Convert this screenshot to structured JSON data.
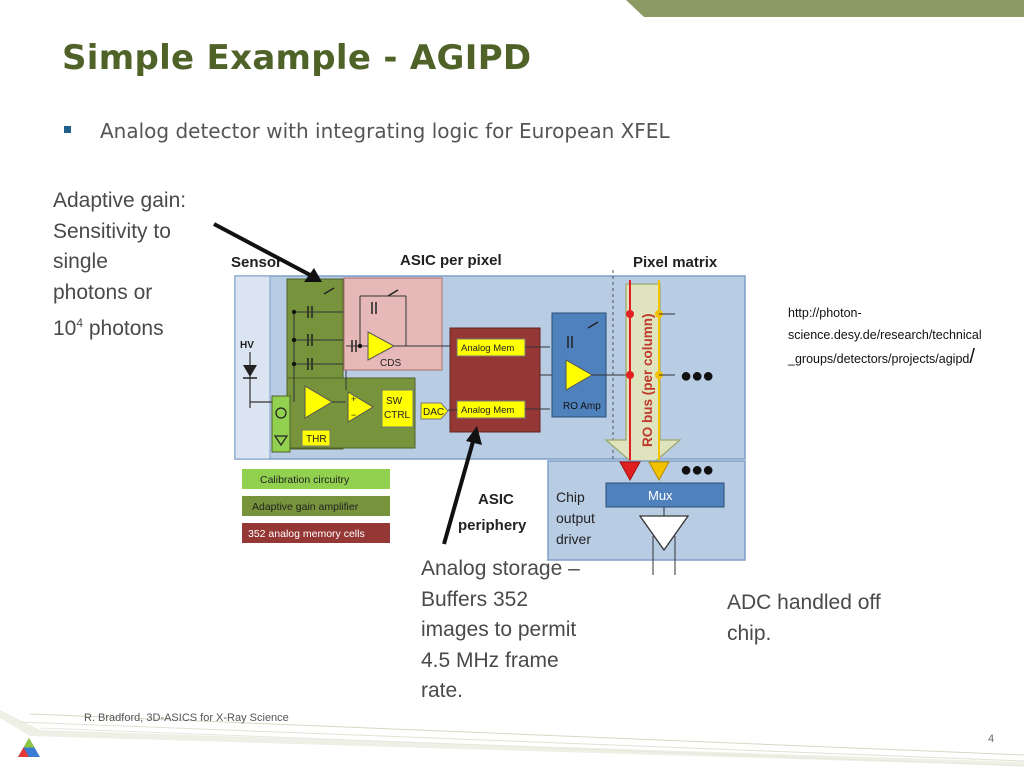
{
  "slide": {
    "title": "Simple Example - AGIPD",
    "bullet": "Analog detector with integrating logic for European XFEL",
    "source_url_line1": "http://photon-",
    "source_url_line2": "science.desy.de/research/technical",
    "source_url_line3": "_groups/detectors/projects/agipd",
    "source_url_slash": "/",
    "footer": "R. Bradford, 3D-ASICS for X-Ray Science",
    "page_number": "4"
  },
  "callouts": {
    "adaptive_gain": [
      "Adaptive gain:",
      "Sensitivity to",
      "single",
      "photons or"
    ],
    "adaptive_gain_base": "10",
    "adaptive_gain_exp": "4",
    "adaptive_gain_tail": " photons",
    "analog_storage": [
      "Analog storage –",
      "Buffers 352",
      "images to permit",
      "4.5 MHz frame",
      "rate."
    ],
    "adc": [
      "ADC handled off",
      "chip."
    ]
  },
  "diagram": {
    "sensor": "Sensor",
    "asic_per_pixel": "ASIC per pixel",
    "pixel_matrix": "Pixel matrix",
    "hv": "HV",
    "cds": "CDS",
    "sw_ctrl_1": "SW",
    "sw_ctrl_2": "CTRL",
    "dac": "DAC",
    "thr": "THR",
    "analog_mem_1": "Analog Mem",
    "analog_mem_2": "Analog Mem",
    "ro_amp": "RO Amp",
    "ro_bus": "RO bus (per column)",
    "mux": "Mux",
    "chip_output_driver": [
      "Chip",
      "output",
      "driver"
    ],
    "asic_periphery": [
      "ASIC",
      "periphery"
    ],
    "legend": [
      {
        "label": "Calibration circuitry",
        "color": "#92d050"
      },
      {
        "label": "Adaptive gain amplifier",
        "color": "#77933c"
      },
      {
        "label": "352 analog memory cells",
        "color": "#953735"
      }
    ],
    "ellipsis": "●●●"
  },
  "colors": {
    "title": "#4f6228",
    "top_band": "#8c9a64",
    "bullet_marker": "#1f5f8b",
    "asic_bg": "#b8cce4",
    "green_block": "#77933c",
    "light_green": "#92d050",
    "pink_block": "#e6b9b8",
    "memory_red": "#953735",
    "ro_amp_blue": "#4f81bd",
    "mux_blue": "#4f81bd",
    "yellow": "#ffff00"
  }
}
